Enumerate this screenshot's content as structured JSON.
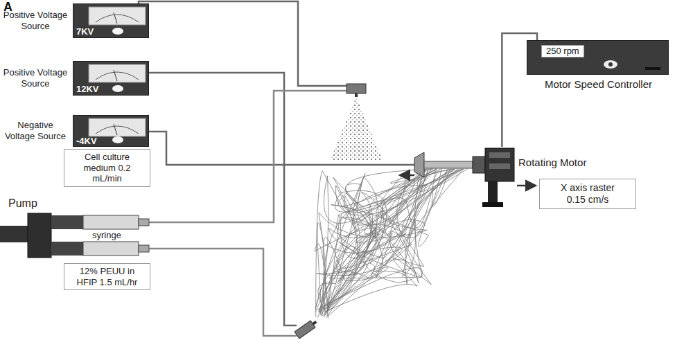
{
  "diagram": {
    "nodes": [
      {
        "text": [
          "Positive Voltage Source",
          "7KV"
        ]
      },
      {
        "text": [
          "Positive Voltage Source",
          "12KV"
        ]
      },
      {
        "text": [
          "Negative Voltage Source",
          "-4KV"
        ]
      },
      {
        "text": [
          "Cell culture medium 0.2 mL/min"
        ]
      },
      {
        "text": [
          "Pump"
        ]
      },
      {
        "text": [
          "syringe"
        ],
        "in": 4
      },
      {
        "text": [
          "12% PEUU in HFIP 1.5 mL/hr"
        ]
      },
      {
        "text": [
          "250 rpm",
          "Motor Speed Controller"
        ]
      },
      {
        "text": [
          "Rotating Motor"
        ]
      },
      {
        "text": [
          "X axis raster 0.15 cm/s"
        ]
      }
    ],
    "edges": [
      {
        "from": 7,
        "to": 8,
        "arrow": "none"
      }
    ],
    "labels": [
      "A"
    ]
  }
}
